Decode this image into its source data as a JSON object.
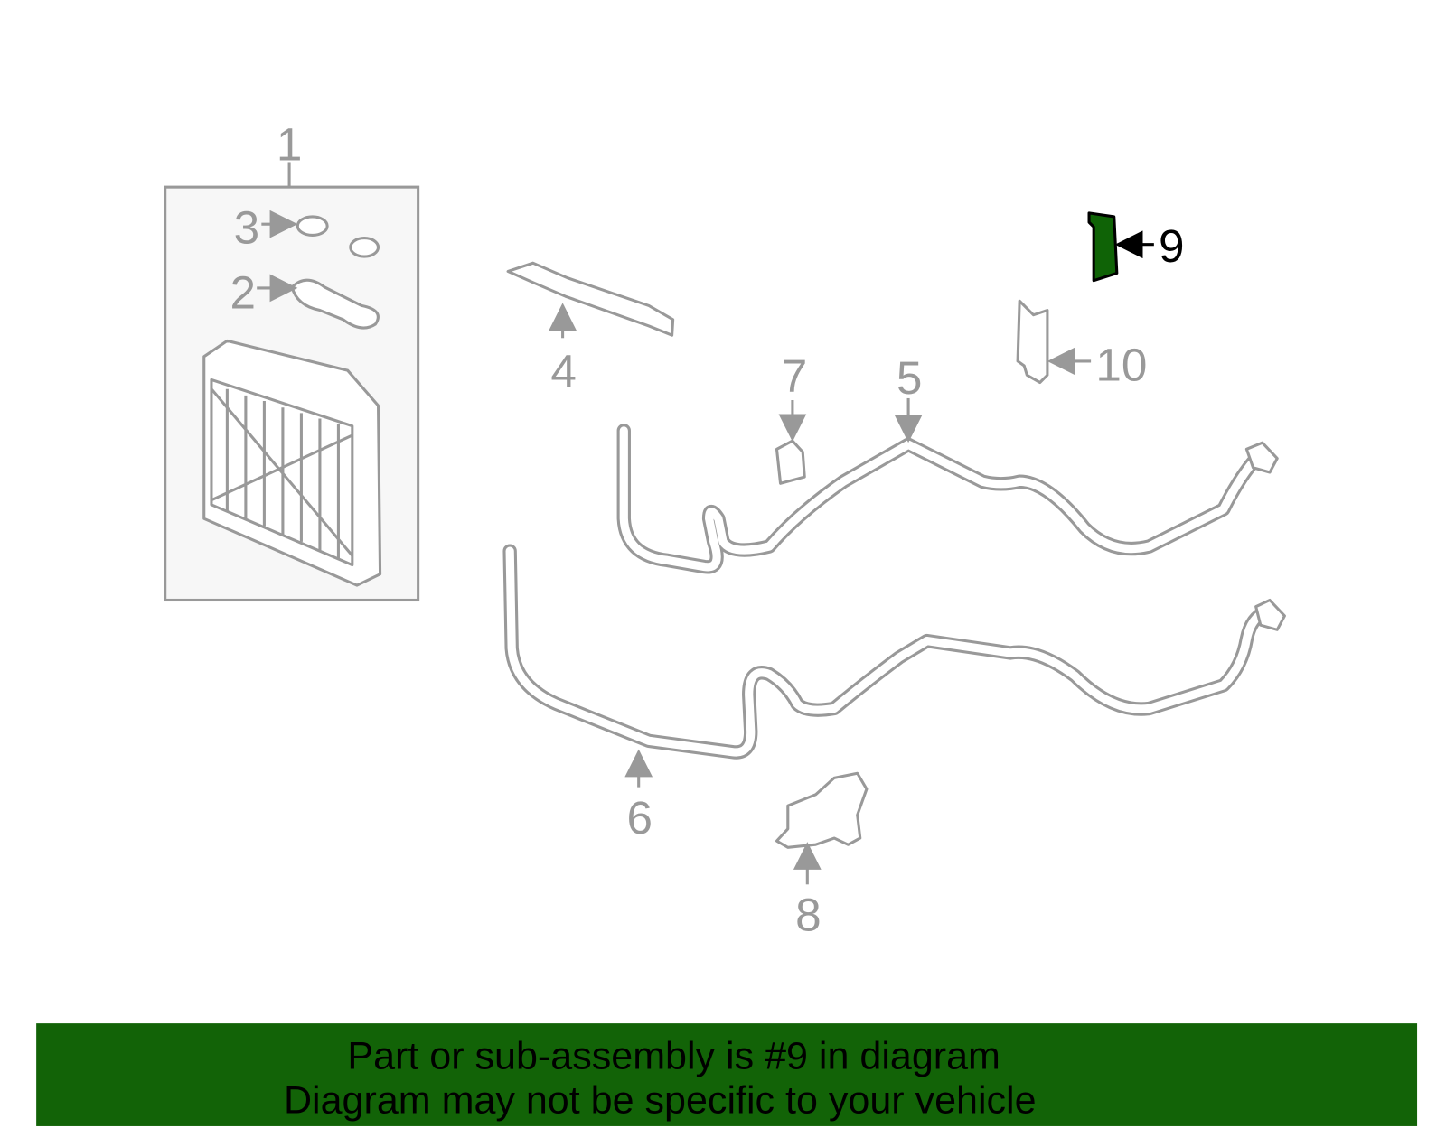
{
  "diagram": {
    "callouts": [
      "1",
      "2",
      "3",
      "4",
      "5",
      "6",
      "7",
      "8",
      "9",
      "10"
    ],
    "selected_part": "9",
    "highlight_color": "#0f6306"
  },
  "banner": {
    "line1": "Part or sub-assembly is #9 in diagram",
    "line2": "Diagram may not be specific to your vehicle",
    "background": "#126307"
  }
}
